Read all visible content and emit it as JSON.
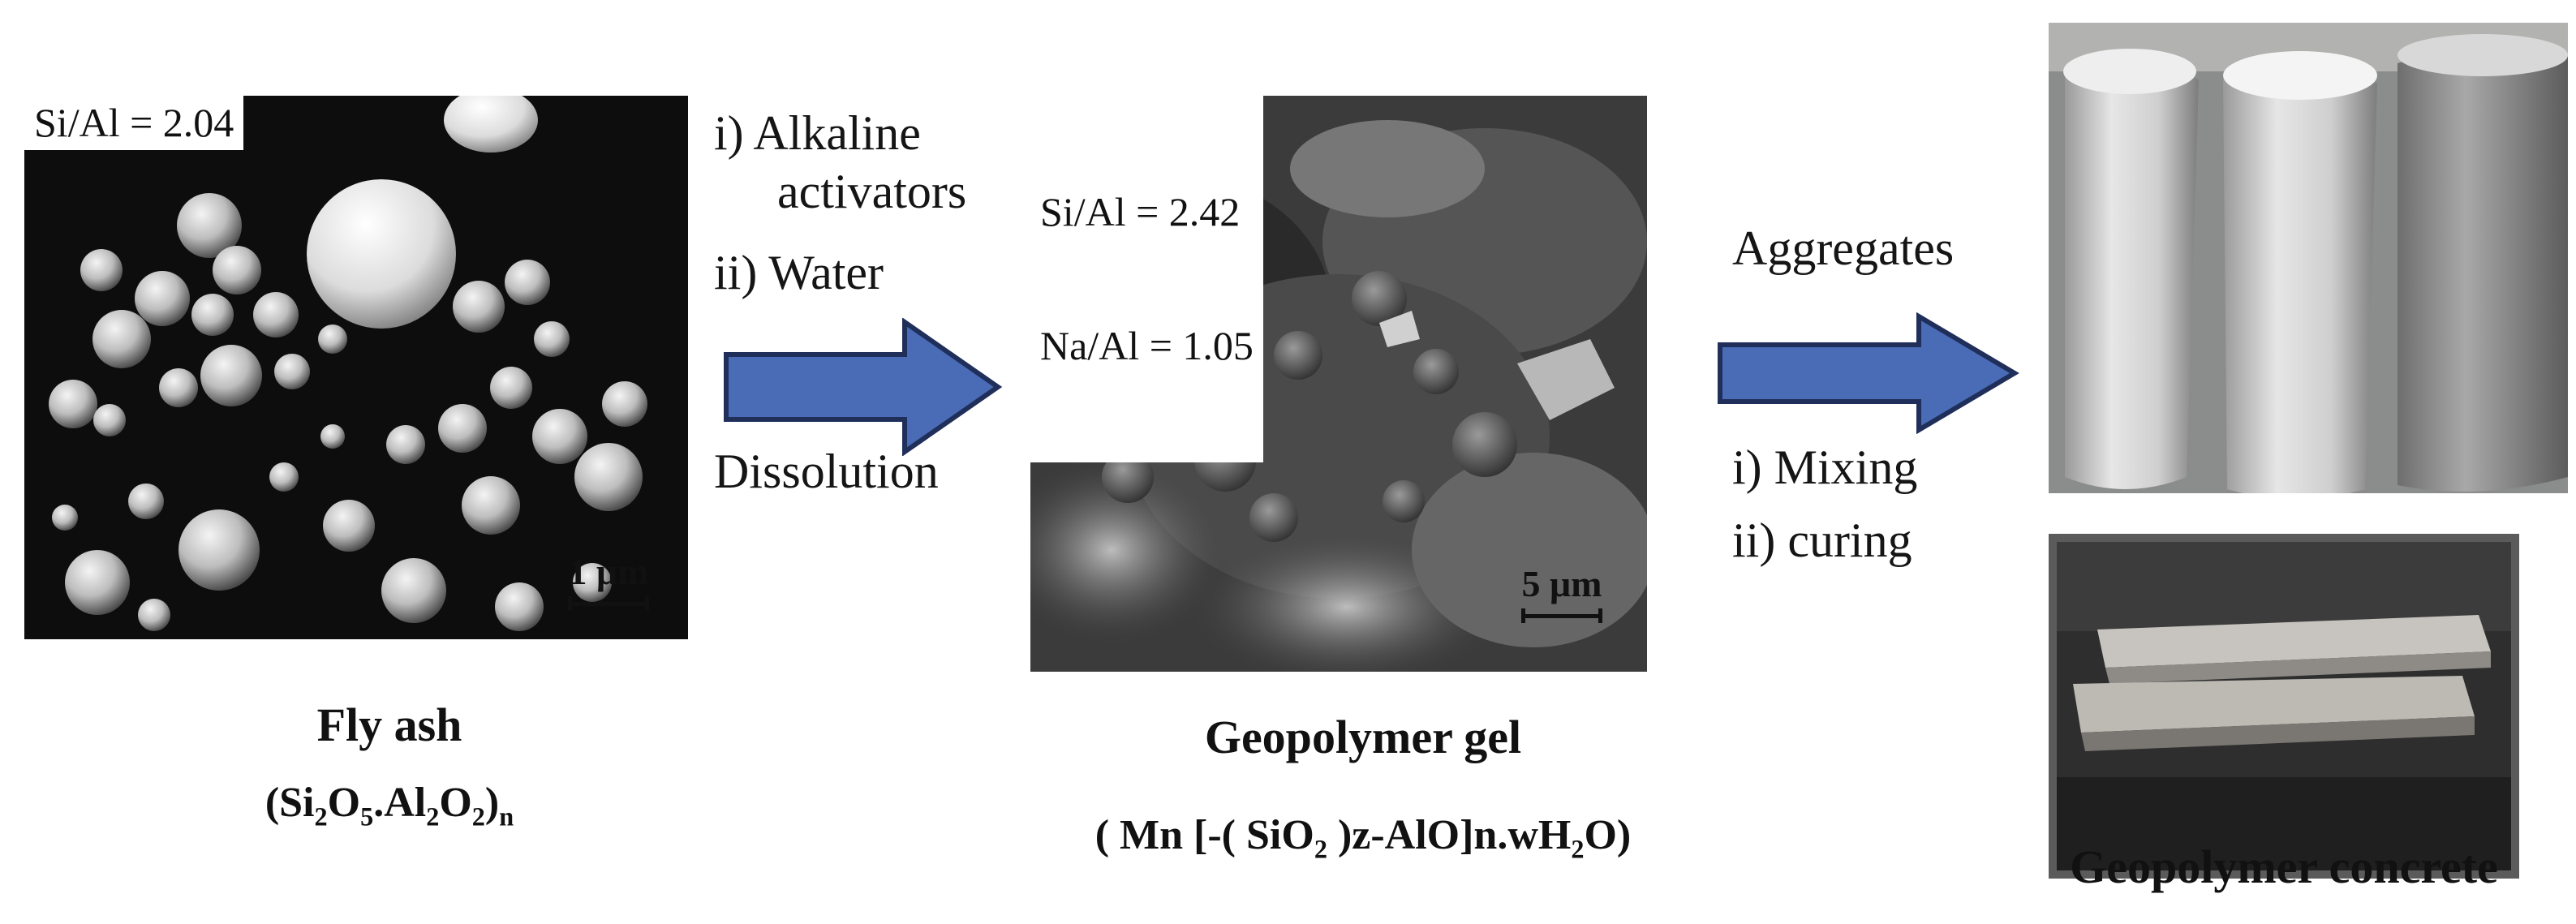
{
  "fly_ash": {
    "ratio_label": "Si/Al = 2.04",
    "scale_label": "1 μm",
    "caption": "Fly ash",
    "formula_parts": [
      "(Si",
      "2",
      "O",
      "5",
      ".Al",
      "2",
      "O",
      "2",
      ")",
      "n"
    ]
  },
  "step1": {
    "lines": [
      "i)  Alkaline",
      "activators",
      "ii) Water"
    ],
    "below_label": "Dissolution"
  },
  "gel": {
    "ratio_label_1": "Si/Al = 2.42",
    "ratio_label_2": "Na/Al = 1.05",
    "scale_label": "5 μm",
    "caption": "Geopolymer gel",
    "formula_parts": [
      "( Mn [-( SiO",
      "2",
      " )z-AlO]n.wH",
      "2",
      "O)"
    ]
  },
  "step2": {
    "above_label": "Aggregates",
    "lines": [
      "i)  Mixing",
      "ii) curing"
    ]
  },
  "concrete": {
    "caption": "Geopolymer concrete"
  },
  "colors": {
    "arrow_fill": "#4a6bb5",
    "arrow_stroke": "#1f2f5a"
  }
}
